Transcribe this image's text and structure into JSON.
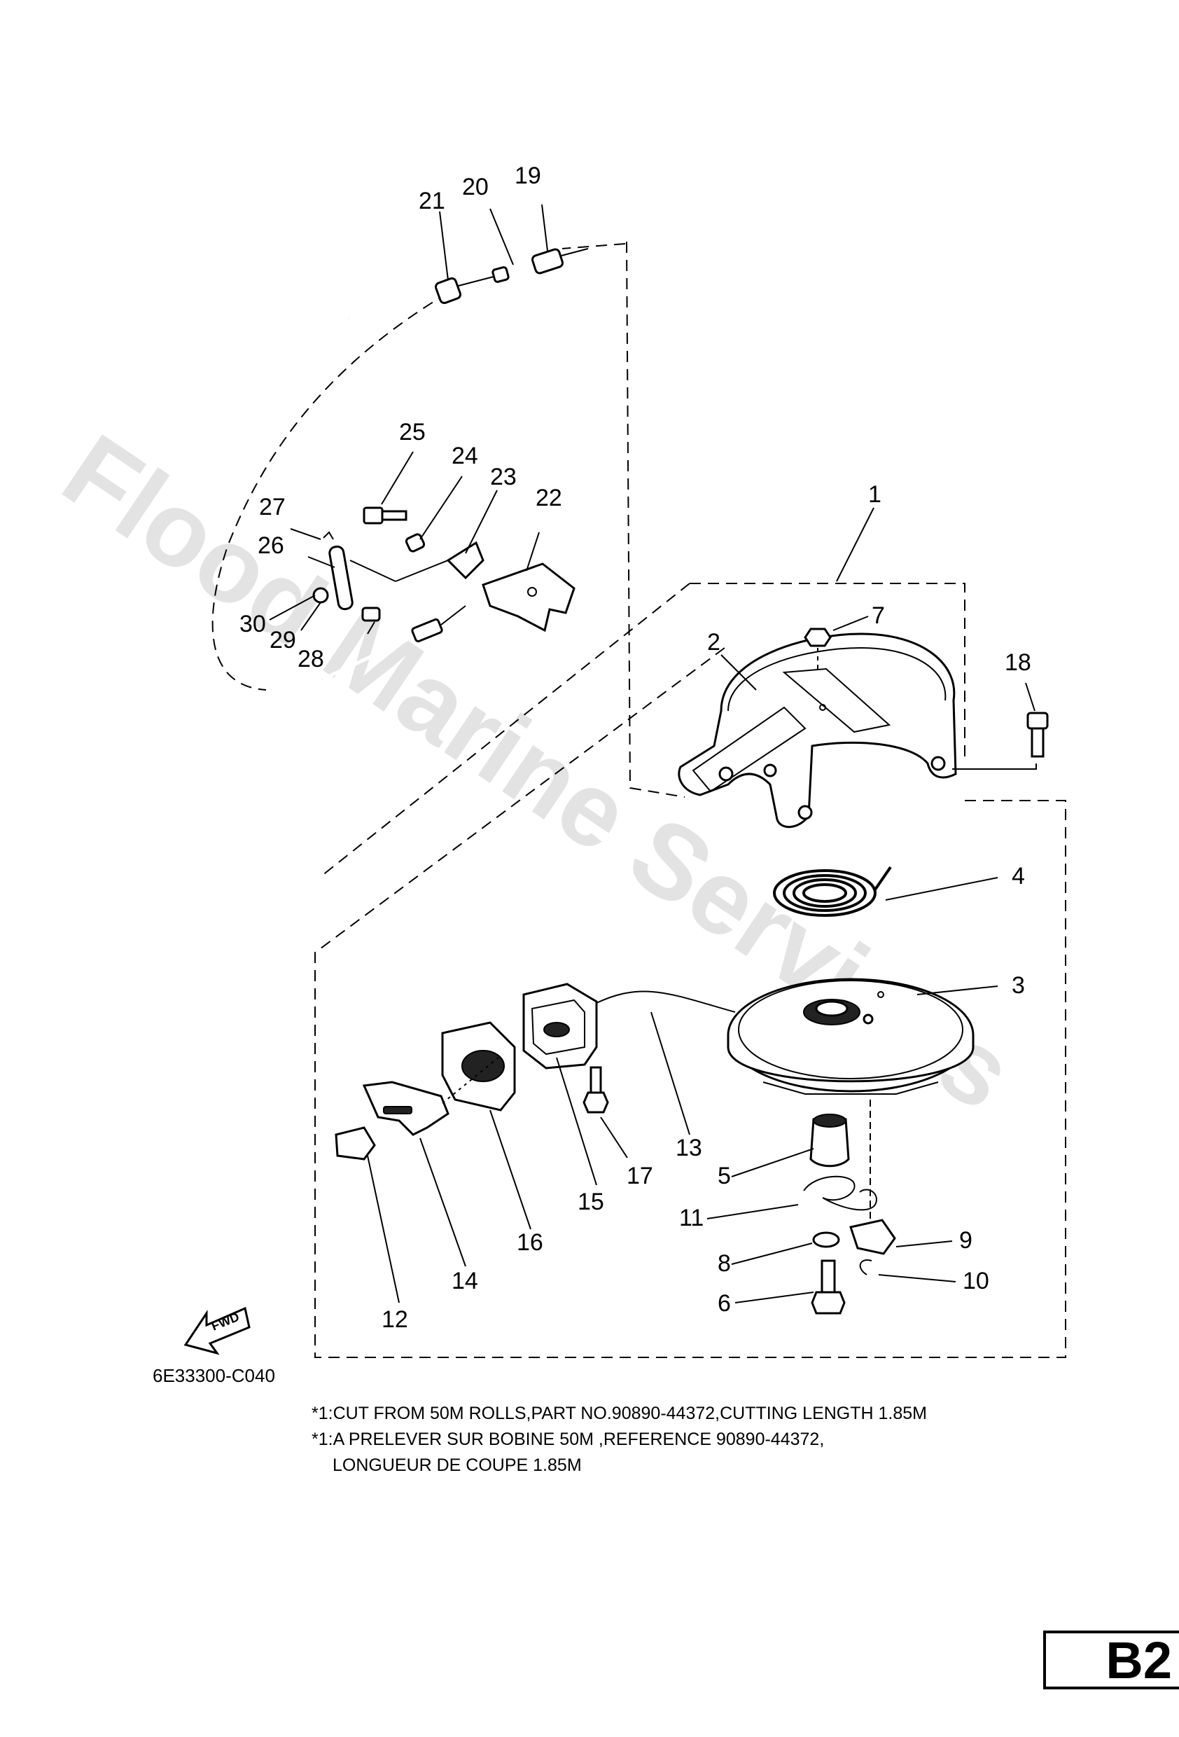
{
  "watermark": "Flood Marine Services",
  "diagram_code": "6E33300-C040",
  "fwd_label": "FWD",
  "notes": [
    "*1:CUT FROM 50M ROLLS,PART NO.90890-44372,CUTTING LENGTH 1.85M",
    "*1:A PRELEVER SUR BOBINE 50M ,REFERENCE 90890-44372,",
    "LONGUEUR DE COUPE 1.85M"
  ],
  "page_tag": "B2",
  "callouts": {
    "n1": "1",
    "n2": "2",
    "n3": "3",
    "n4": "4",
    "n5": "5",
    "n6": "6",
    "n7": "7",
    "n8": "8",
    "n9": "9",
    "n10": "10",
    "n11": "11",
    "n12": "12",
    "n13": "13",
    "n14": "14",
    "n15": "15",
    "n16": "16",
    "n17": "17",
    "n18": "18",
    "n19": "19",
    "n20": "20",
    "n21": "21",
    "n22": "22",
    "n23": "23",
    "n24": "24",
    "n25": "25",
    "n26": "26",
    "n27": "27",
    "n28": "28",
    "n29": "29",
    "n30": "30"
  }
}
